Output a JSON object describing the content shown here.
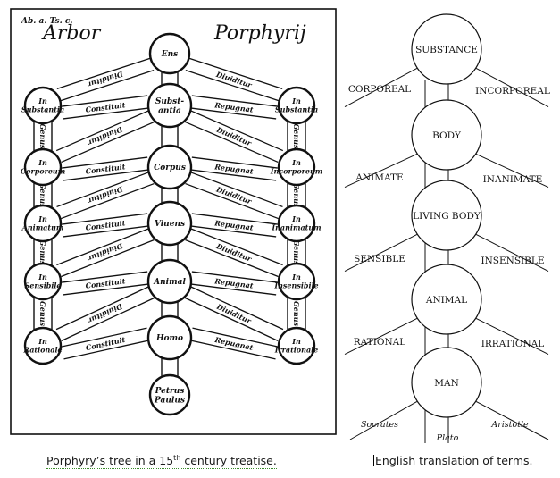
{
  "left": {
    "header_left": "Ab. a. Ts. c.",
    "title_arbor": "Arbor",
    "title_porphyry": "Porphyrij",
    "center": [
      "Ens",
      "Substantia",
      "Corpus",
      "Viuens",
      "Animal",
      "Homo",
      "Petrus Paulus"
    ],
    "left_nodes": [
      "In Substantia",
      "In Corporeum",
      "In Animatum",
      "In Sensibile",
      "In Rationale"
    ],
    "right_nodes": [
      "In Substantia",
      "In Incorporeum",
      "In Inanimatum",
      "In Insensibile",
      "In Irrationale"
    ],
    "band_left_upper": "Diuiditur",
    "band_left_lower": "Constituit",
    "band_right_upper": "Diuiditur",
    "band_right_lower": "Repugnat",
    "left_pillar": [
      "Genus",
      "Genus",
      "Genus",
      "Genus"
    ],
    "right_pillar": [
      "Genus",
      "Genus",
      "Genus",
      "Genus"
    ]
  },
  "right": {
    "nodes": [
      "SUBSTANCE",
      "BODY",
      "LIVING BODY",
      "ANIMAL",
      "MAN"
    ],
    "left_labels": [
      "CORPOREAL",
      "ANIMATE",
      "SENSIBLE",
      "RATIONAL"
    ],
    "right_labels": [
      "INCORPOREAL",
      "INANIMATE",
      "INSENSIBLE",
      "IRRATIONAL"
    ],
    "leaves": [
      "Socrates",
      "Plato",
      "Aristotle"
    ]
  },
  "captions": {
    "left_text": "Porphyry’s tree in a 15",
    "left_sup": "th",
    "left_tail": " century treatise.",
    "right_text": "English translation of terms."
  }
}
